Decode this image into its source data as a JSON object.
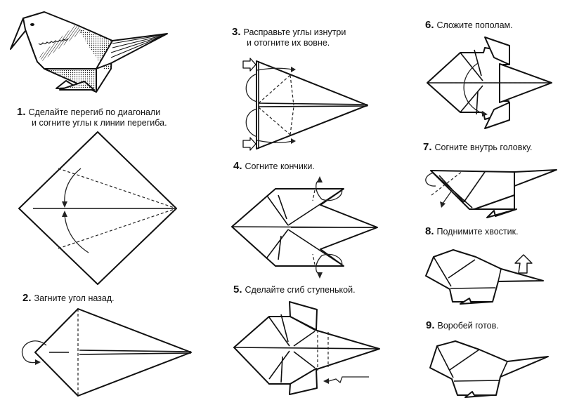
{
  "title": "Воробей оригами",
  "colors": {
    "ink": "#111111",
    "paper": "#ffffff"
  },
  "steps": [
    {
      "num": "1.",
      "line1": "Сделайте перегиб по диагонали",
      "line2": "и согните углы к линии перегиба."
    },
    {
      "num": "2.",
      "line1": "Загните угол назад."
    },
    {
      "num": "3.",
      "line1": "Расправьте углы изнутри",
      "line2": "и отогните их вовне."
    },
    {
      "num": "4.",
      "line1": "Согните кончики."
    },
    {
      "num": "5.",
      "line1": "Сделайте сгиб ступенькой."
    },
    {
      "num": "6.",
      "line1": "Сложите пополам."
    },
    {
      "num": "7.",
      "line1": "Согните внутрь головку."
    },
    {
      "num": "8.",
      "line1": "Поднимите хвостик."
    },
    {
      "num": "9.",
      "line1": "Воробей готов."
    }
  ]
}
